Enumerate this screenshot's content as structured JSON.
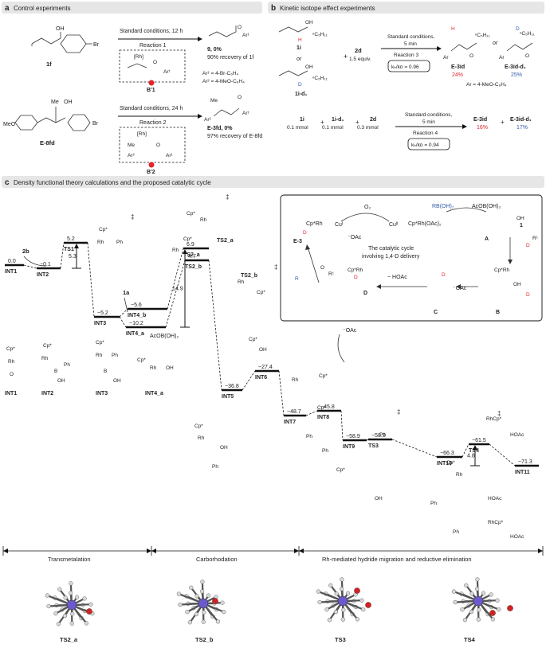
{
  "panel_a": {
    "letter": "a",
    "title": "Control experiments",
    "r1_cond": "Standard conditions, 12 h",
    "r1_name": "Reaction 1",
    "r1_sub": "1f",
    "r1_prod": "9, 0%",
    "r1_recov": "90% recovery of 1f",
    "r1_int": "B′1",
    "r1_rh": "[Rh]",
    "ar1": "Ar¹ = 4-Br-C₆H₄",
    "ar2": "Ar² = 4-MeO-C₆H₄",
    "r2_cond": "Standard conditions, 24 h",
    "r2_name": "Reaction 2",
    "r2_sub": "E-8fd",
    "r2_prod": "E-3fd, 0%",
    "r2_recov": "97% recovery of E-8fd",
    "r2_int": "B′2",
    "r2_rh": "[Rh]",
    "lbl_oh": "OH",
    "lbl_br": "Br",
    "lbl_meo": "MeO",
    "lbl_me": "Me",
    "lbl_o": "O",
    "lbl_ar1": "Ar¹",
    "lbl_ar2": "Ar²"
  },
  "panel_b": {
    "letter": "b",
    "title": "Kinetic isotope effect experiments",
    "sub1": "1i",
    "sub2": "1i-d₁",
    "or": "or",
    "plus": "+",
    "reagent": "2d",
    "equiv": "1.5 equiv.",
    "r3_cond": "Standard conditions,",
    "r3_time": "5 min",
    "r3_name": "Reaction 3",
    "kie1": "kₕ/kᴅ = 0.96",
    "p1": "E-3id",
    "p1_yield": "24%",
    "p2": "E-3id-d₁",
    "p2_yield": "25%",
    "or2": "or",
    "ar_def": "Ar = 4-MeO-C₆H₄",
    "r4_a": "1i",
    "r4_a_amt": "0.1 mmol",
    "r4_b": "1i-d₁",
    "r4_b_amt": "0.1 mmol",
    "r4_c": "2d",
    "r4_c_amt": "0.3 mmol",
    "r4_cond": "Standard conditions,",
    "r4_time": "5 min",
    "r4_name": "Reaction 4",
    "kie2": "kₕ/kᴅ = 0.94",
    "r4_p1": "E-3id",
    "r4_p1_yield": "16%",
    "r4_p2": "E-3id-d₁",
    "r4_p2_yield": "17%",
    "c5": "ⁿC₅H₁₁",
    "lbl_h": "H",
    "lbl_d": "D",
    "lbl_oh": "OH",
    "lbl_ar": "Ar",
    "lbl_o": "O"
  },
  "panel_c": {
    "letter": "c",
    "title": "Density functional theory calculations and the proposed catalytic cycle",
    "cycle": {
      "o2": "O₂",
      "cu1": "Cuᴵ",
      "cu2": "Cuᴵᴵ",
      "cprh": "Cp*Rh",
      "oac": "⁻OAc",
      "cprh_oac": "Cp*Rh(OAc)₂",
      "rb": "RB(OH)₂",
      "acob": "AcOB(OH)₂",
      "A": "A",
      "B": "B",
      "C": "C",
      "D": "D",
      "sub": "1",
      "E3": "E-3",
      "desc1": "The catalytic cycle",
      "desc2": "involving 1,4-D delivery",
      "hoac": "− HOAc",
      "oac2": "⁻OAc",
      "r1": "R¹",
      "lbl_r": "R",
      "lbl_d": "D",
      "lbl_oh": "OH",
      "lbl_o": "O"
    },
    "energies": [
      {
        "label": "INT1",
        "g": "0.0"
      },
      {
        "label": "INT2",
        "g": "−0.1"
      },
      {
        "label": "TS1",
        "g": "5.2"
      },
      {
        "label": "INT3",
        "g": "−5.2"
      },
      {
        "label": "INT4_b",
        "g": "−5.6"
      },
      {
        "label": "INT4_a",
        "g": "−10.2"
      },
      {
        "label": "TS2_a",
        "g": "6.9"
      },
      {
        "label": "TS2_b",
        "g": "4.7"
      },
      {
        "label": "INT5",
        "g": "−36.8"
      },
      {
        "label": "INT6",
        "g": "−27.4"
      },
      {
        "label": "INT7",
        "g": "−48.7"
      },
      {
        "label": "INT8",
        "g": "−45.8"
      },
      {
        "label": "INT9",
        "g": "−58.9"
      },
      {
        "label": "TS3",
        "g": "−58.3"
      },
      {
        "label": "INT10",
        "g": "−66.3"
      },
      {
        "label": "TS4",
        "g": "−61.5"
      },
      {
        "label": "INT11",
        "g": "−71.3"
      }
    ],
    "barriers": {
      "ts1": "5.3",
      "ts2": "14.9",
      "ts4": "4.8"
    },
    "reagents": {
      "r2b": "2b",
      "r1a": "1a",
      "acob": "AcOB(OH)₂",
      "oac": "⁻OAc"
    },
    "struct_labels": [
      "INT1",
      "INT2",
      "INT3",
      "INT4_a"
    ],
    "ts_labels": [
      "TS2_a",
      "TS2_b",
      "TS1"
    ],
    "phases": [
      "Transmetalation",
      "Carborhodation",
      "Rh-mediated hydride migration and reductive elimination"
    ],
    "geoms": [
      "TS2_a",
      "TS2_b",
      "TS3",
      "TS4"
    ],
    "chem": {
      "cp": "Cp*",
      "rh": "Rh",
      "ph": "Ph",
      "oh": "OH",
      "o": "O",
      "b": "B",
      "hoac": "HOAc",
      "rhcp": "RhCp*",
      "plus": "+",
      "dagger": "‡"
    }
  },
  "colors": {
    "accent_red": "#e0252b",
    "accent_blue": "#2f5aa6",
    "header_bg": "#e6e6e6",
    "rh_purple": "#6a5acd",
    "o_red": "#d62020"
  }
}
